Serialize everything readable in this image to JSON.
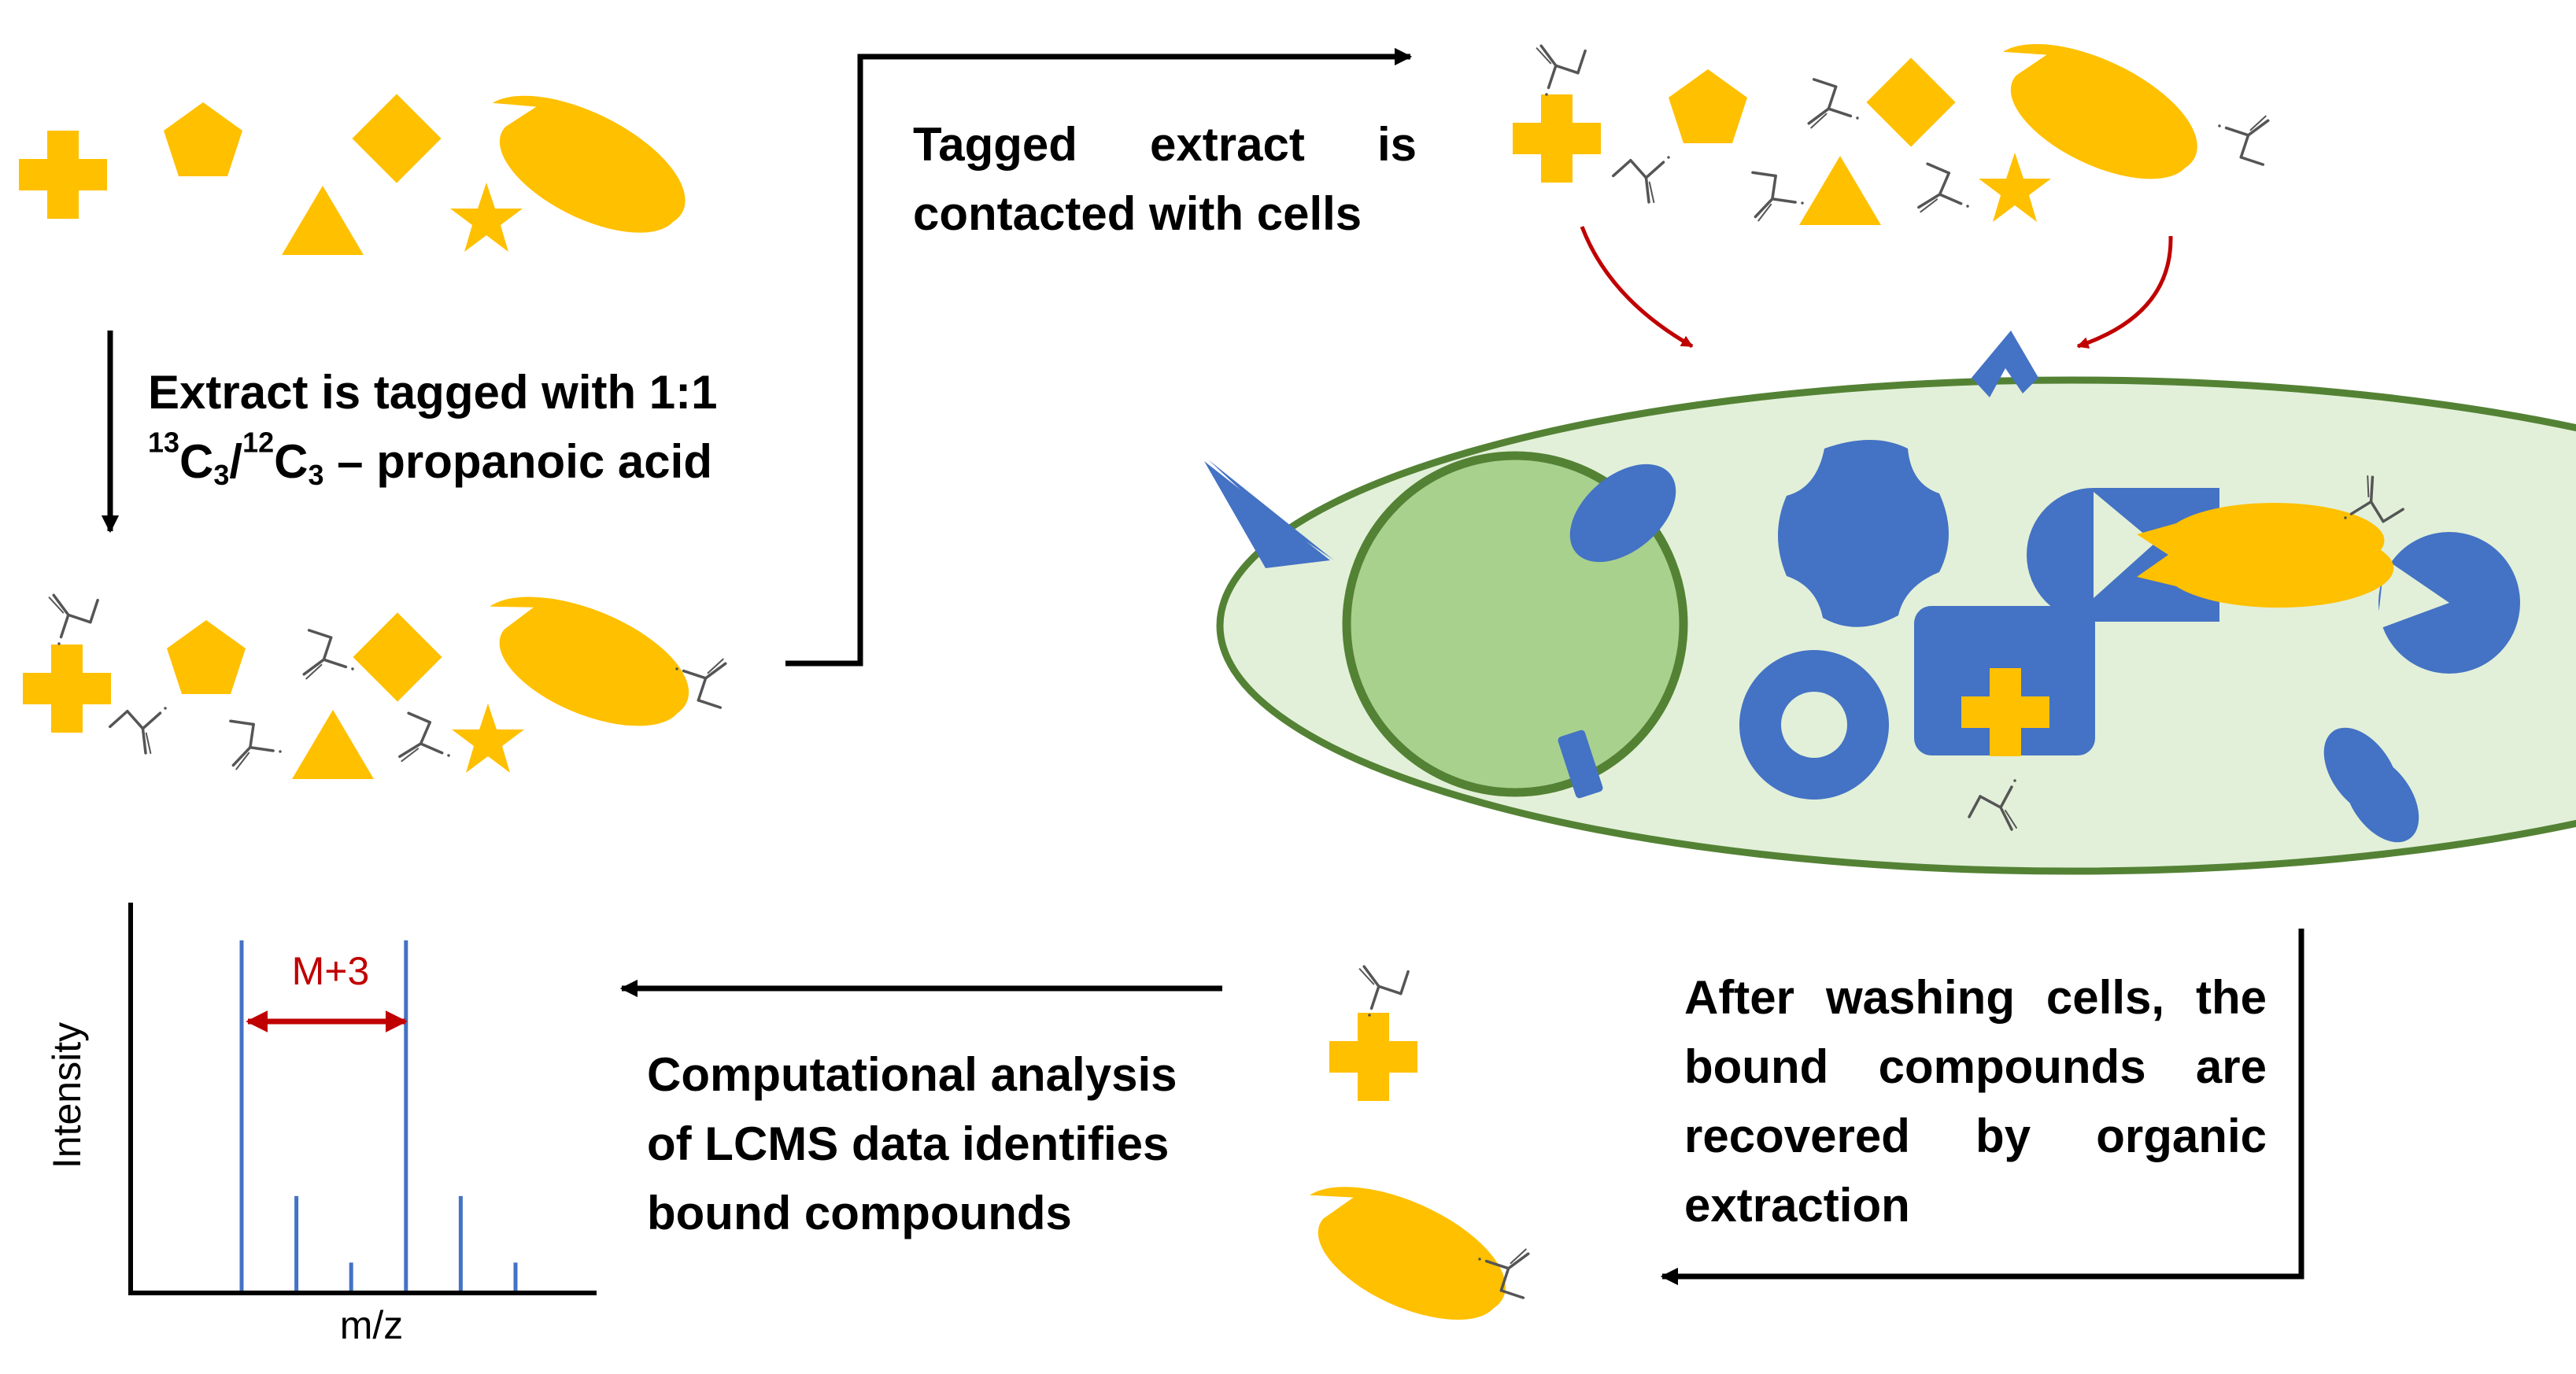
{
  "steps": {
    "tagging": {
      "line1": "Extract is tagged with 1:1",
      "iso_a_sup": "13",
      "iso_a_base": "C",
      "iso_a_sub": "3",
      "slash": "/",
      "iso_b_sup": "12",
      "iso_b_base": "C",
      "iso_b_sub": "3",
      "line2_rest": " – propanoic acid"
    },
    "contact": {
      "line1": "Tagged extract is",
      "line2": "contacted with cells"
    },
    "recovery": {
      "line1": "After washing cells, the",
      "line2": "bound compounds are",
      "line3": "recovered by organic",
      "line4": "extraction"
    },
    "analysis": {
      "line1": "Computational analysis",
      "line2": "of LCMS data identifies",
      "line3": "bound compounds"
    }
  },
  "spectrum": {
    "y_label": "Intensity",
    "x_label": "m/z",
    "annotation": "M+3",
    "peaks": [
      {
        "mz": 1.0,
        "intensity": 1.0
      },
      {
        "mz": 2.0,
        "intensity": 0.27
      },
      {
        "mz": 3.0,
        "intensity": 0.08
      },
      {
        "mz": 4.0,
        "intensity": 1.0
      },
      {
        "mz": 5.0,
        "intensity": 0.27
      },
      {
        "mz": 6.0,
        "intensity": 0.08
      }
    ]
  },
  "colors": {
    "compound": "#FFC000",
    "protein": "#4472C4",
    "cell_fill": "#E2F0D9",
    "cell_border": "#548235",
    "nucleus_fill": "#A9D18E",
    "nucleus_border": "#548235",
    "binding_arrow": "#C00000",
    "flow_arrow": "#000000",
    "peak": "#4472C4",
    "annotation": "#C00000",
    "tag_bond": "#555555"
  },
  "icons": [
    "cross-compound",
    "pentagon-compound",
    "diamond-compound",
    "triangle-compound",
    "star-compound",
    "notched-ellipse-compound",
    "propanoate-tag",
    "cell",
    "nucleus",
    "protein-receptor"
  ]
}
